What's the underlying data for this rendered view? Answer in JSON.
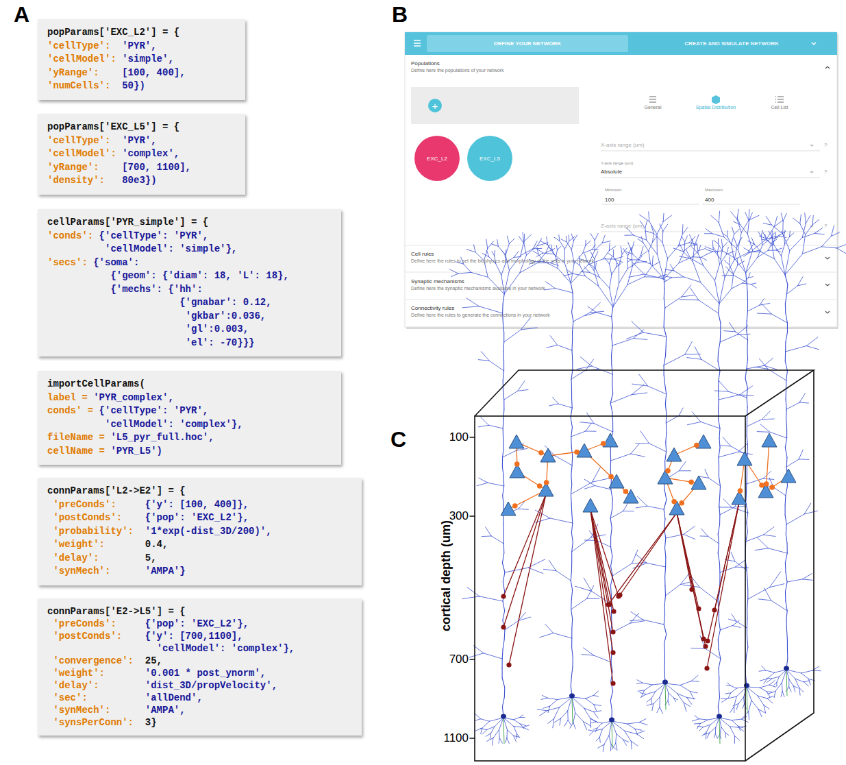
{
  "diagram": {
    "nodes": [
      {
        "text": [
          "popParams['EXC_L2'] = {",
          "'cellType':",
          "'PYR',",
          "'cellModel':",
          "'simple',",
          "'yRange':",
          "[100, 400],",
          "'numCells':",
          "50})"
        ]
      },
      {
        "text": [
          "popParams['EXC_L5'] = {",
          "'cellType':",
          "'PYR',",
          "'cellModel':",
          "'complex',",
          "'yRange':",
          "[700, 1100],",
          "'density':",
          "80e3})"
        ]
      },
      {
        "text": [
          "cellParams['PYR_simple'] = {",
          "'conds':",
          "{'cellType': 'PYR',",
          "'cellModel': 'simple'},",
          "'secs':",
          "{'soma':",
          "{'geom': {'diam': 18, 'L': 18},",
          "{'mechs': {'hh':",
          "{'gnabar': 0.12,",
          "'gkbar':0.036,",
          "'gl':0.003,",
          "'el': -70}}}"
        ]
      },
      {
        "text": [
          "importCellParams(",
          "label =",
          "'PYR_complex',",
          "conds' =",
          "{'cellType': 'PYR',",
          "'cellModel': 'complex'},",
          "fileName =",
          "'L5_pyr_full.hoc',",
          "cellName =",
          "'PYR_L5')"
        ]
      },
      {
        "text": [
          "connParams['L2->E2'] = {",
          "'preConds':",
          "{'y': [100, 400]},",
          "'postConds':",
          "{'pop': 'EXC_L2'},",
          "'probability':",
          "'1*exp(-dist_3D/200)',",
          "'weight':",
          "0.4,",
          "'delay':",
          "5,",
          "'synMech':",
          "'AMPA'}"
        ]
      },
      {
        "text": [
          "connParams['E2->L5'] = {",
          "'preConds':",
          "{'pop': 'EXC_L2'},",
          "'postConds':",
          "{'y': [700,1100],",
          "'cellModel': 'complex'},",
          "'convergence':",
          "25,",
          "'weight':",
          "'0.001 * post_ynorm',",
          "'delay':",
          "'dist_3D/propVelocity',",
          "'sec':",
          "'allDend',",
          "'synMech':",
          "'AMPA',",
          "'synsPerConn':",
          "3}"
        ]
      },
      {
        "text": [
          "+"
        ]
      },
      {
        "text": [
          "EXC_L2"
        ]
      },
      {
        "text": [
          "EXC_L5"
        ]
      }
    ],
    "labels": [
      "A",
      "B",
      "C",
      "DEFINE YOUR NETWORK",
      "CREATE AND SIMULATE NETWORK",
      "Populations",
      "Define here the populations of your network",
      "General",
      "Spatial Distribution",
      "Cell List",
      "X-axis range (um)",
      "?",
      "Y-axis range (um)",
      "Absolute",
      "?",
      "Minimum",
      "100",
      "Maximum",
      "400",
      "Z-axis range (um)",
      "?",
      "Cell rules",
      "Define here the rules to set the biophysics and morphology of the cells in your network",
      "Synaptic mechanisms",
      "Define here the synaptic mechanisms available in your network",
      "Connectivity rules",
      "Define here the rules to generate the connections in your network",
      "100",
      "300",
      "700",
      "1100",
      "cortical depth (um)"
    ]
  }
}
